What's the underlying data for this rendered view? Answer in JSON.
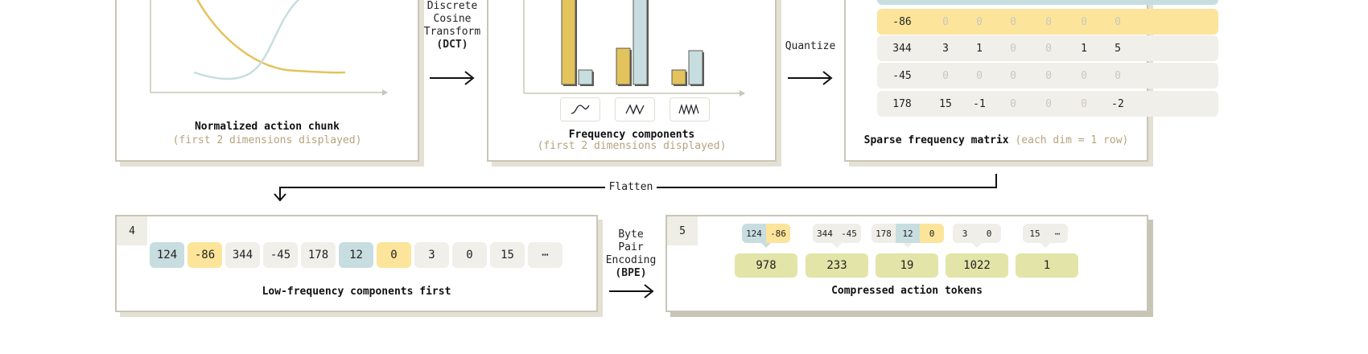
{
  "steps": {
    "dct": {
      "line1": "Discrete",
      "line2": "Cosine",
      "line3": "Transform",
      "abbr": "(DCT)"
    },
    "quantize": "Quantize",
    "flatten": "Flatten",
    "bpe": {
      "line1": "Byte",
      "line2": "Pair",
      "line3": "Encoding",
      "abbr": "(BPE)"
    }
  },
  "panel1": {
    "caption": "Normalized action chunk",
    "sub": "(first 2 dimensions displayed)"
  },
  "panel2": {
    "caption": "Frequency components",
    "sub": "(first 2 dimensions displayed)"
  },
  "panel3": {
    "caption": "Sparse frequency matrix",
    "sub": "(each dim = 1 row)",
    "rows": [
      [
        "-86",
        "0",
        "0",
        "0",
        "0",
        "0",
        "0"
      ],
      [
        "344",
        "3",
        "1",
        "0",
        "0",
        "1",
        "5"
      ],
      [
        "-45",
        "0",
        "0",
        "0",
        "0",
        "0",
        "0"
      ],
      [
        "178",
        "15",
        "-1",
        "0",
        "0",
        "0",
        "-2"
      ]
    ]
  },
  "panel4": {
    "badge": "4",
    "caption": "Low-frequency components first",
    "cells": [
      "124",
      "-86",
      "344",
      "-45",
      "178",
      "12",
      "0",
      "3",
      "0",
      "15",
      "⋯"
    ]
  },
  "panel5": {
    "badge": "5",
    "caption": "Compressed action tokens",
    "pairs": [
      [
        "124",
        "-86"
      ],
      [
        "344",
        "-45"
      ],
      [
        "178",
        "12",
        "0"
      ],
      [
        "3",
        "0"
      ],
      [
        "15",
        "⋯"
      ]
    ],
    "tokens": [
      "978",
      "233",
      "19",
      "1022",
      "1"
    ]
  },
  "chart_data": {
    "type": "bar",
    "categories": [
      "low",
      "mid",
      "high"
    ],
    "series": [
      {
        "values": [
          135,
          45,
          18
        ]
      },
      {
        "values": [
          18,
          110,
          42
        ]
      }
    ],
    "colors": [
      "#e3c35c",
      "#c8dde0"
    ]
  },
  "colors": {
    "yellow": "#e3c35c",
    "blue": "#c8dde0",
    "gray": "#f0efea",
    "green": "#e2e5a7"
  }
}
